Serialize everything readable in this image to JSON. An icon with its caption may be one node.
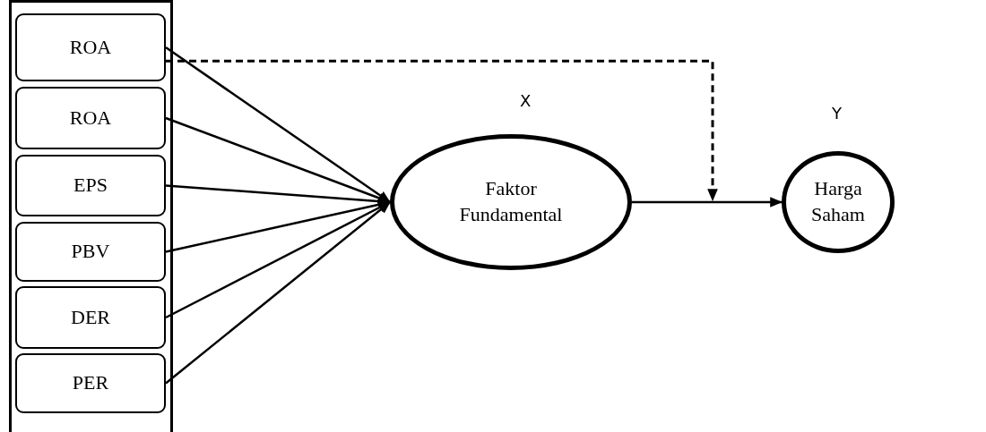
{
  "diagram": {
    "nodes": [
      {
        "text": [],
        "shape": "box"
      },
      {
        "text": [
          "ROA"
        ],
        "in": 0
      },
      {
        "text": [
          "ROA"
        ],
        "in": 0
      },
      {
        "text": [
          "EPS"
        ],
        "in": 0
      },
      {
        "text": [
          "PBV"
        ],
        "in": 0
      },
      {
        "text": [
          "DER"
        ],
        "in": 0
      },
      {
        "text": [
          "PER"
        ],
        "in": 0
      },
      {
        "text": [
          "Faktor Fundamental"
        ],
        "beside": [
          "X"
        ]
      },
      {
        "text": [
          "Harga Saham"
        ],
        "beside": [
          "Y"
        ]
      }
    ],
    "edges": [
      {
        "from": 1,
        "to": 7,
        "arrow": "to"
      },
      {
        "from": 2,
        "to": 7,
        "arrow": "to"
      },
      {
        "from": 3,
        "to": 7,
        "arrow": "to"
      },
      {
        "from": 4,
        "to": 7,
        "arrow": "to"
      },
      {
        "from": 5,
        "to": 7,
        "arrow": "to"
      },
      {
        "from": 6,
        "to": 7,
        "arrow": "to"
      },
      {
        "from": 7,
        "to": 8,
        "arrow": "to"
      },
      {
        "from": 1,
        "to": null,
        "arrow": "to",
        "style": "dashed"
      }
    ]
  }
}
